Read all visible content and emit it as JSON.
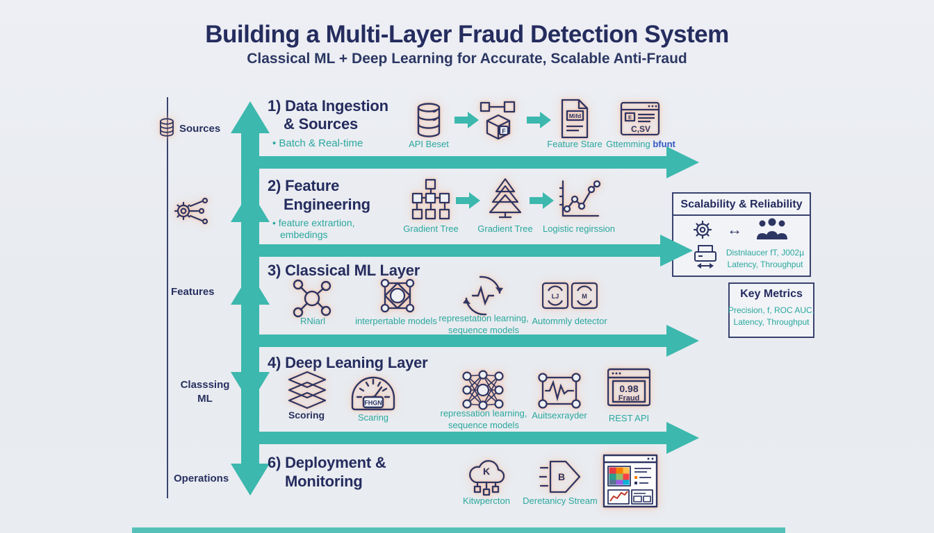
{
  "header": {
    "title": "Building a Multi-Layer Fraud Detection System",
    "subtitle": "Classical ML + Deep Learning for Accurate, Scalable Anti-Fraud"
  },
  "rail": {
    "sources": "Sources",
    "features": "Features",
    "classing_ml_line1": "Classsing",
    "classing_ml_line2": "ML",
    "operations": "Operations"
  },
  "flow": {
    "sections": {
      "s1": {
        "h1": "1) Data Ingestion",
        "h2": "& Sources",
        "bullet": "• Batch & Real-time",
        "l1": "API Beset",
        "l2": "Feature Stare",
        "l3_word1": "Gttemming",
        "l3_word2": "bfunt"
      },
      "s2": {
        "h1": "2) Feature",
        "h2": "Engineering",
        "b1": "• feature extrartion,",
        "b2": "embedings",
        "l1": "Gradient Tree",
        "l2": "Gradient Tree",
        "l3": "Logistic regirssion"
      },
      "s3": {
        "h": "3) Classical ML Layer",
        "l1": "RNiarl",
        "l2": "interpertable models",
        "l3a": "represetation learning,",
        "l3b": "sequence models",
        "l4": "Autommly detector"
      },
      "s4": {
        "h": "4) Deep Leaning Layer",
        "l1": "Scoring",
        "l2": "Scaring",
        "l3a": "repressation learning,",
        "l3b": "sequence models",
        "l4": "Auitsexrayder",
        "l5": "REST API"
      },
      "s6": {
        "h1": "6) Deployment &",
        "h2": "Monitoring",
        "l1": "Kitwpercton",
        "l2": "Deretanicy Stream"
      }
    }
  },
  "panels": {
    "scalability": {
      "title": "Scalability & Reliability",
      "arrow": "↔",
      "line1": "Distnlaucer fT, J002µ",
      "line2": "Latency, Throughput"
    },
    "metrics": {
      "title": "Key Metrics",
      "line1": "Precision, f, ROC AUC,",
      "line2": "Latency, Throughput"
    }
  },
  "icon_glyphs": {
    "cube_letter": "F",
    "doc_text": "Mifd",
    "csv_e": "E",
    "csv_text": "C,SV",
    "gauge_text": "FHGN",
    "score_value": "0.98",
    "score_label": "Fraud",
    "cloud_letter": "K",
    "stream_letter": "B",
    "detector_left": "LJ",
    "detector_right": "M"
  },
  "colors": {
    "accent_teal": "#3cb8ae",
    "navy": "#252c5e",
    "label_teal": "#2aa79d",
    "icon_glow_peach": "#f9ba9b",
    "background": "#e9ecf1"
  },
  "icons": [
    "database-icon",
    "gear-network-icon",
    "database-stack-icon",
    "cube-f-icon",
    "document-mifd-icon",
    "csv-browser-icon",
    "flow-arrow-icon",
    "org-tree-icon",
    "pine-tree-icon",
    "logistic-chart-icon",
    "molecule-icon",
    "square-nodes-icon",
    "cycle-wave-icon",
    "anomaly-detector-icon",
    "layers-icon",
    "gauge-icon",
    "neural-net-icon",
    "waveform-box-icon",
    "fraud-score-browser-icon",
    "cloud-k-icon",
    "stream-b-icon",
    "dashboard-icon",
    "gear-icon",
    "swap-arrow-icon",
    "people-icon",
    "printer-sync-icon"
  ]
}
